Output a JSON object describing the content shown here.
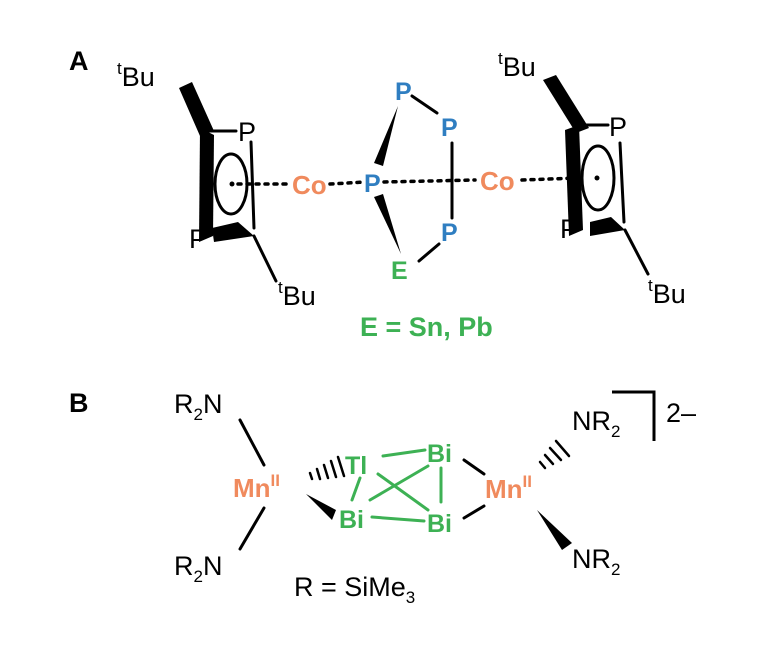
{
  "colors": {
    "metal": "#F08A5D",
    "phosphorus": "#2F7EC1",
    "main_group": "#3DB154",
    "text": "#000000"
  },
  "panelA": {
    "label": "A",
    "tbu_sup": "t",
    "tbu_text": "Bu",
    "p": "P",
    "co": "Co",
    "e_atom": "E",
    "equation": "E = Sn, Pb"
  },
  "panelB": {
    "label": "B",
    "r2n_r": "R",
    "r2n_sub": "2",
    "r2n_n": "N",
    "nr2_n": "NR",
    "nr2_sub": "2",
    "mn": "Mn",
    "mn_ox": "II",
    "tl": "Tl",
    "bi": "Bi",
    "charge": "2–",
    "r_def_main": "R = SiMe",
    "r_def_sub": "3"
  }
}
